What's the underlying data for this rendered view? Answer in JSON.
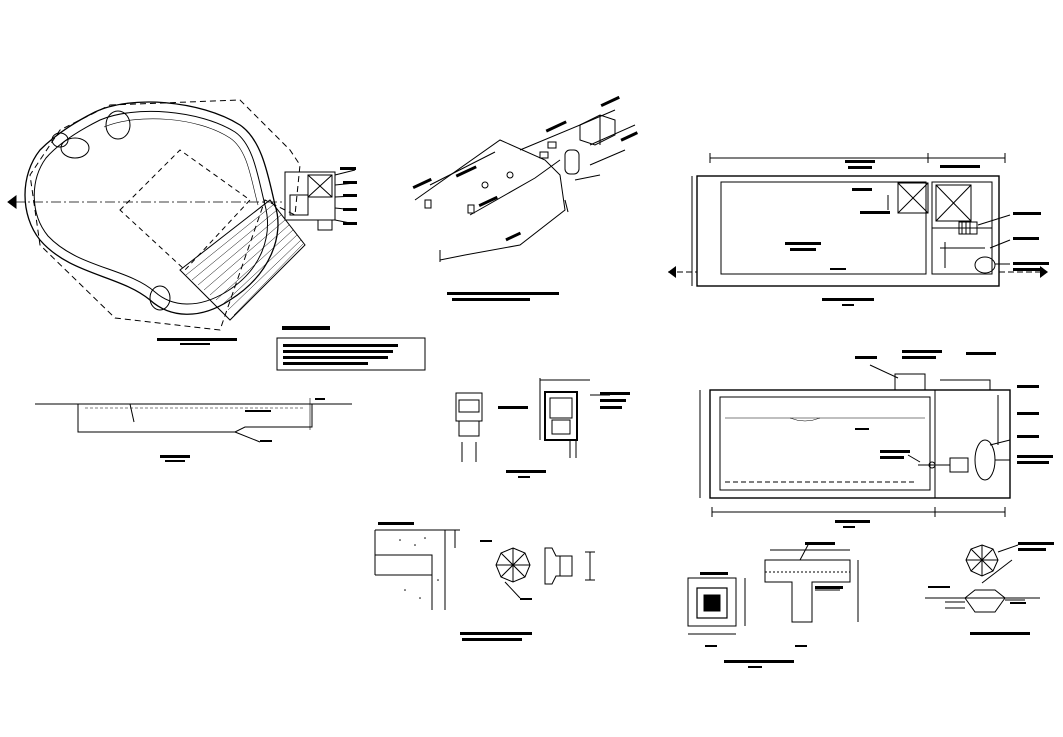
{
  "drawing": {
    "background": "#ffffff",
    "ink": "#000000",
    "views": [
      {
        "id": "pool-site-plan",
        "title": "",
        "subtitle": ""
      },
      {
        "id": "pool-section",
        "title": "",
        "subtitle": ""
      },
      {
        "id": "isometric-piping",
        "title": "",
        "subtitle": ""
      },
      {
        "id": "skimmer-detail",
        "title": "",
        "subtitle": ""
      },
      {
        "id": "drain-detail",
        "title": "",
        "subtitle": ""
      },
      {
        "id": "machine-room-plan",
        "title": "",
        "subtitle": ""
      },
      {
        "id": "machine-room-section",
        "title": "",
        "subtitle": ""
      },
      {
        "id": "sump-detail",
        "title": "",
        "subtitle": ""
      },
      {
        "id": "main-drain-detail",
        "title": "",
        "subtitle": ""
      }
    ],
    "notes_box": {
      "title": "",
      "lines": [
        "",
        "",
        "",
        ""
      ]
    },
    "icons": [
      "north-arrow-icon",
      "section-marker-icon",
      "drain-grate-icon",
      "pump-icon",
      "filter-icon"
    ]
  }
}
